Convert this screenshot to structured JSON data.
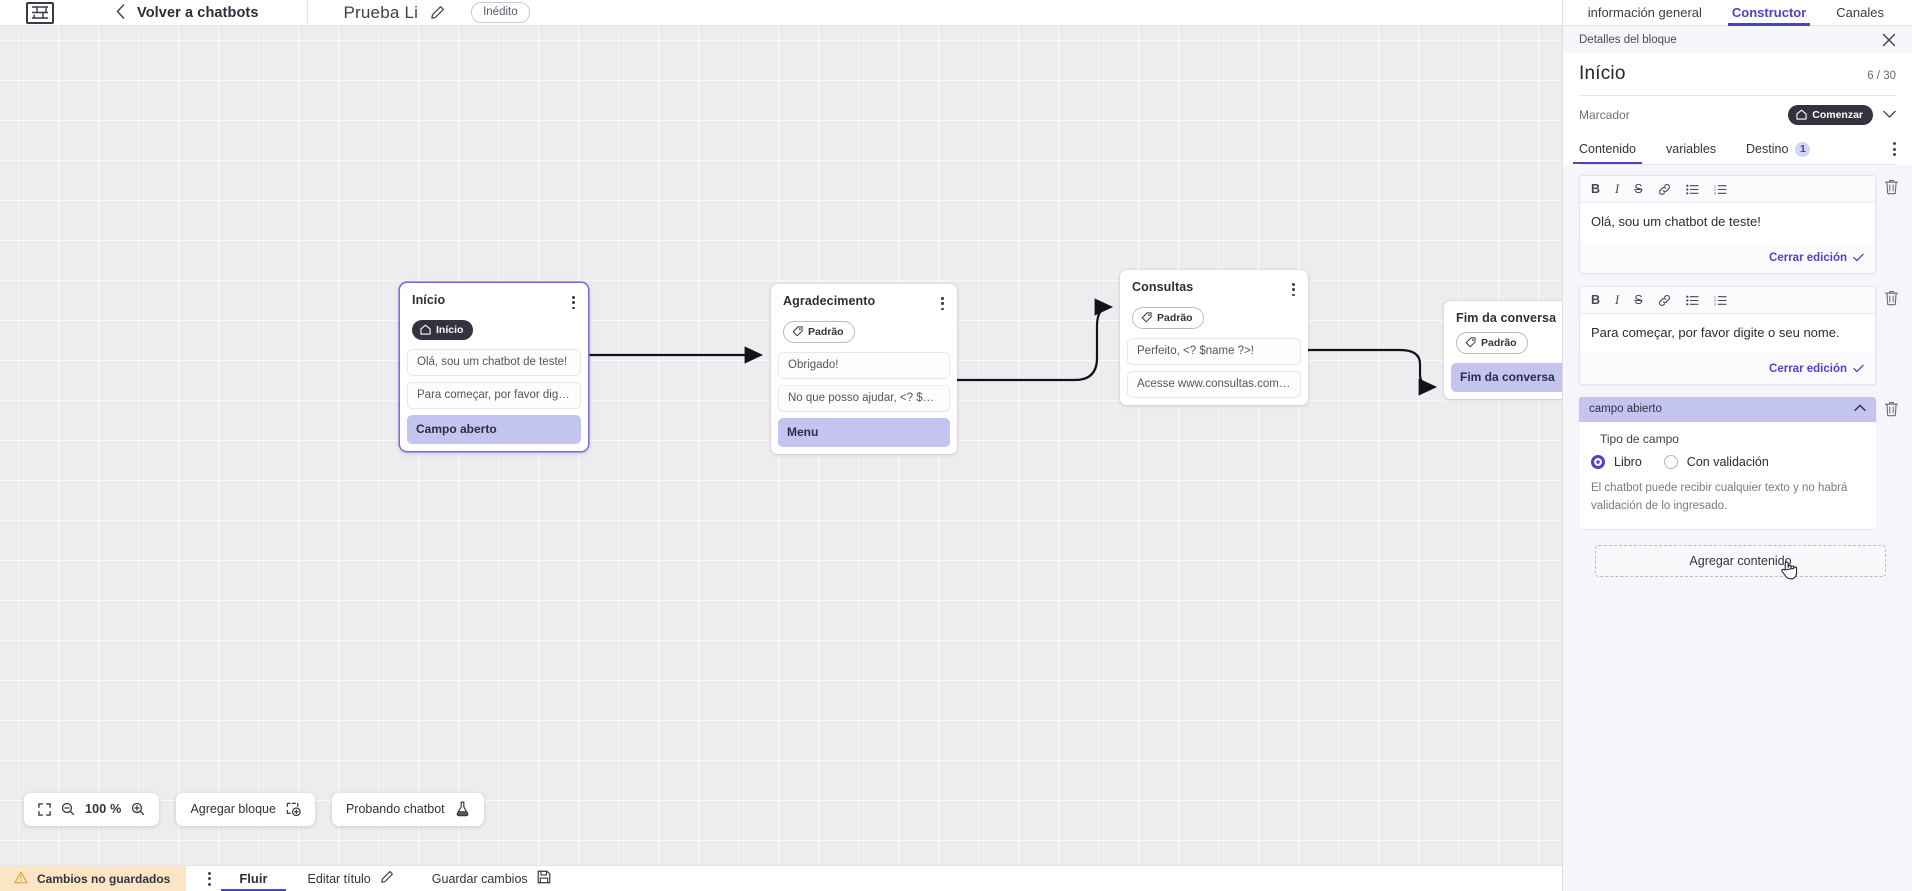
{
  "topbar": {
    "logo_icon": "app-logo-icon",
    "back_icon": "chevron-left-icon",
    "back_label": "Volver a chatbots",
    "bot_name": "Prueba Li",
    "edit_icon": "pencil-icon",
    "status_badge": "Inédito"
  },
  "right_tabs": [
    {
      "label": "información general",
      "active": false
    },
    {
      "label": "Constructor",
      "active": true
    },
    {
      "label": "Canales",
      "active": false
    }
  ],
  "panel": {
    "header_title": "Detalles del bloque",
    "close_icon": "close-icon",
    "block_title": "Início",
    "char_count": "6 / 30",
    "marker_label": "Marcador",
    "marker_value": "Comenzar",
    "marker_icon": "home-icon",
    "marker_chevron": "chevron-down-icon",
    "tabs": [
      {
        "label": "Contenido",
        "active": true,
        "badge": null
      },
      {
        "label": "variables",
        "active": false,
        "badge": null
      },
      {
        "label": "Destino",
        "active": false,
        "badge": "1"
      }
    ],
    "overflow_icon": "kebab-menu-icon",
    "editor_toolbar_icons": [
      "bold-icon",
      "italic-icon",
      "strikethrough-icon",
      "link-icon",
      "bullet-list-icon",
      "numbered-list-icon"
    ],
    "editor_toolbar_labels": [
      "B",
      "I",
      "S",
      "link",
      "ul",
      "ol"
    ],
    "blocks": [
      {
        "text": "Olá, sou um chatbot de teste!",
        "close_label": "Cerrar edición",
        "delete_icon": "trash-icon"
      },
      {
        "text": "Para começar, por favor digite o seu nome.",
        "close_label": "Cerrar edición",
        "delete_icon": "trash-icon"
      }
    ],
    "field": {
      "name": "campo abierto",
      "collapse_icon": "chevron-up-icon",
      "delete_icon": "trash-icon",
      "legend": "Tipo de campo",
      "options": [
        {
          "label": "Libro",
          "selected": true
        },
        {
          "label": "Con validación",
          "selected": false
        }
      ],
      "hint": "El chatbot puede recibir cualquier texto y no habrá validación de lo ingresado."
    },
    "add_content_label": "Agregar contenido",
    "cursor_icon": "pointer-cursor-icon"
  },
  "canvas": {
    "nodes": [
      {
        "id": "inicio",
        "title": "Início",
        "selected": true,
        "tag": {
          "label": "Início",
          "style": "dark",
          "icon": "home-icon"
        },
        "messages": [
          "Olá, sou um chatbot de teste!",
          "Para começar, por favor digite o ..."
        ],
        "chip": "Campo aberto",
        "kebab_icon": "kebab-menu-icon"
      },
      {
        "id": "agradecimento",
        "title": "Agradecimento",
        "selected": false,
        "tag": {
          "label": "Padrão",
          "style": "light",
          "icon": "tag-icon"
        },
        "messages": [
          "Obrigado!",
          "No que posso ajudar, <? $name ..."
        ],
        "chip": "Menu",
        "kebab_icon": "kebab-menu-icon"
      },
      {
        "id": "consultas",
        "title": "Consultas",
        "selected": false,
        "tag": {
          "label": "Padrão",
          "style": "light",
          "icon": "tag-icon"
        },
        "messages": [
          "Perfeito, <? $name ?>!",
          "Acesse www.consultas.com par..."
        ],
        "chip": null,
        "kebab_icon": "kebab-menu-icon"
      },
      {
        "id": "fim",
        "title": "Fim da conversa",
        "selected": false,
        "tag": {
          "label": "Padrão",
          "style": "light",
          "icon": "tag-icon"
        },
        "messages": [],
        "chip": "Fim da conversa",
        "kebab_icon": null
      }
    ]
  },
  "toolbar": {
    "fit_icon": "fit-screen-icon",
    "zoom_out_icon": "zoom-out-icon",
    "zoom_level": "100 %",
    "zoom_in_icon": "zoom-in-icon",
    "add_block_label": "Agregar bloque",
    "add_block_icon": "add-block-icon",
    "test_bot_label": "Probando chatbot",
    "test_bot_icon": "flask-icon"
  },
  "statusbar": {
    "unsaved_label": "Cambios no guardados",
    "warning_icon": "warning-triangle-icon",
    "kebab_icon": "kebab-menu-icon",
    "flow_tab": "Fluir",
    "edit_title_label": "Editar título",
    "edit_title_icon": "pencil-icon",
    "save_label": "Guardar cambios",
    "save_icon": "save-disk-icon"
  },
  "colors": {
    "accent": "#4b45c6",
    "chip": "#c3c5f0",
    "warning_bg": "#fbe5c4",
    "canvas_bg": "#ededf0",
    "panel_bg": "#f5f5fa"
  }
}
